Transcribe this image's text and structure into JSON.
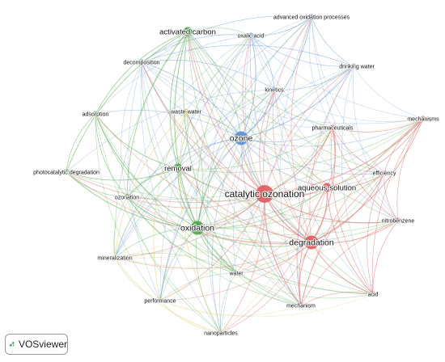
{
  "app": {
    "name": "VOSviewer"
  },
  "colors": {
    "blue": "#5b8fd0",
    "green": "#4ea84a",
    "yellow": "#cfc84e",
    "red": "#e05a5a",
    "edge_blue": "#7ea6d8",
    "edge_green": "#6fb86b",
    "edge_yellow": "#d9d27a",
    "edge_red": "#e07f7f"
  },
  "clusters": [
    {
      "id": "blue",
      "keywords": [
        "ozone",
        "kinetics",
        "oxalic acid",
        "advanced oxidation processes",
        "drinking water",
        "decomposition"
      ]
    },
    {
      "id": "green",
      "keywords": [
        "activated carbon",
        "adsorption",
        "photocatalytic degradation",
        "removal",
        "ozonation",
        "oxidation",
        "water"
      ]
    },
    {
      "id": "yellow",
      "keywords": [
        "waste-water",
        "mineralization",
        "performance",
        "nanoparticles"
      ]
    },
    {
      "id": "red",
      "keywords": [
        "catalytic ozonation",
        "degradation",
        "aqueous-solution",
        "pharmaceuticals",
        "mechanisms",
        "efficiency",
        "nitrobenzene",
        "acid",
        "mechanism"
      ]
    }
  ],
  "nodes": [
    {
      "id": "ozone",
      "label": "ozone",
      "cluster": "blue",
      "weight": 3
    },
    {
      "id": "kinetics",
      "label": "kinetics",
      "cluster": "blue",
      "weight": 1
    },
    {
      "id": "oxalic",
      "label": "oxalic acid",
      "cluster": "blue",
      "weight": 1
    },
    {
      "id": "aop",
      "label": "advanced oxidation processes",
      "cluster": "blue",
      "weight": 1
    },
    {
      "id": "drinking",
      "label": "drinking water",
      "cluster": "blue",
      "weight": 1
    },
    {
      "id": "decomp",
      "label": "decomposition",
      "cluster": "blue",
      "weight": 1
    },
    {
      "id": "actcarbon",
      "label": "activated carbon",
      "cluster": "green",
      "weight": 2
    },
    {
      "id": "adsorption",
      "label": "adsorption",
      "cluster": "green",
      "weight": 1
    },
    {
      "id": "photo",
      "label": "photocatalytic degradation",
      "cluster": "green",
      "weight": 1
    },
    {
      "id": "removal",
      "label": "removal",
      "cluster": "green",
      "weight": 2
    },
    {
      "id": "ozonation",
      "label": "ozonation",
      "cluster": "green",
      "weight": 1
    },
    {
      "id": "oxidation",
      "label": "oxidation",
      "cluster": "green",
      "weight": 3
    },
    {
      "id": "water",
      "label": "water",
      "cluster": "green",
      "weight": 1
    },
    {
      "id": "wastewater",
      "label": "waste-water",
      "cluster": "yellow",
      "weight": 1
    },
    {
      "id": "mineral",
      "label": "mineralization",
      "cluster": "yellow",
      "weight": 1
    },
    {
      "id": "perf",
      "label": "performance",
      "cluster": "yellow",
      "weight": 1
    },
    {
      "id": "nano",
      "label": "nanoparticles",
      "cluster": "yellow",
      "weight": 1
    },
    {
      "id": "catoz",
      "label": "catalytic ozonation",
      "cluster": "red",
      "weight": 4
    },
    {
      "id": "degradation",
      "label": "degradation",
      "cluster": "red",
      "weight": 3
    },
    {
      "id": "aqueous",
      "label": "aqueous-solution",
      "cluster": "red",
      "weight": 2
    },
    {
      "id": "pharma",
      "label": "pharmaceuticals",
      "cluster": "red",
      "weight": 1
    },
    {
      "id": "mechanisms",
      "label": "mechanisms",
      "cluster": "red",
      "weight": 1
    },
    {
      "id": "efficiency",
      "label": "efficiency",
      "cluster": "red",
      "weight": 1
    },
    {
      "id": "nitro",
      "label": "nitrobenzene",
      "cluster": "red",
      "weight": 1
    },
    {
      "id": "acid",
      "label": "acid",
      "cluster": "red",
      "weight": 1
    },
    {
      "id": "mechanism",
      "label": "mechanism",
      "cluster": "red",
      "weight": 1
    }
  ]
}
